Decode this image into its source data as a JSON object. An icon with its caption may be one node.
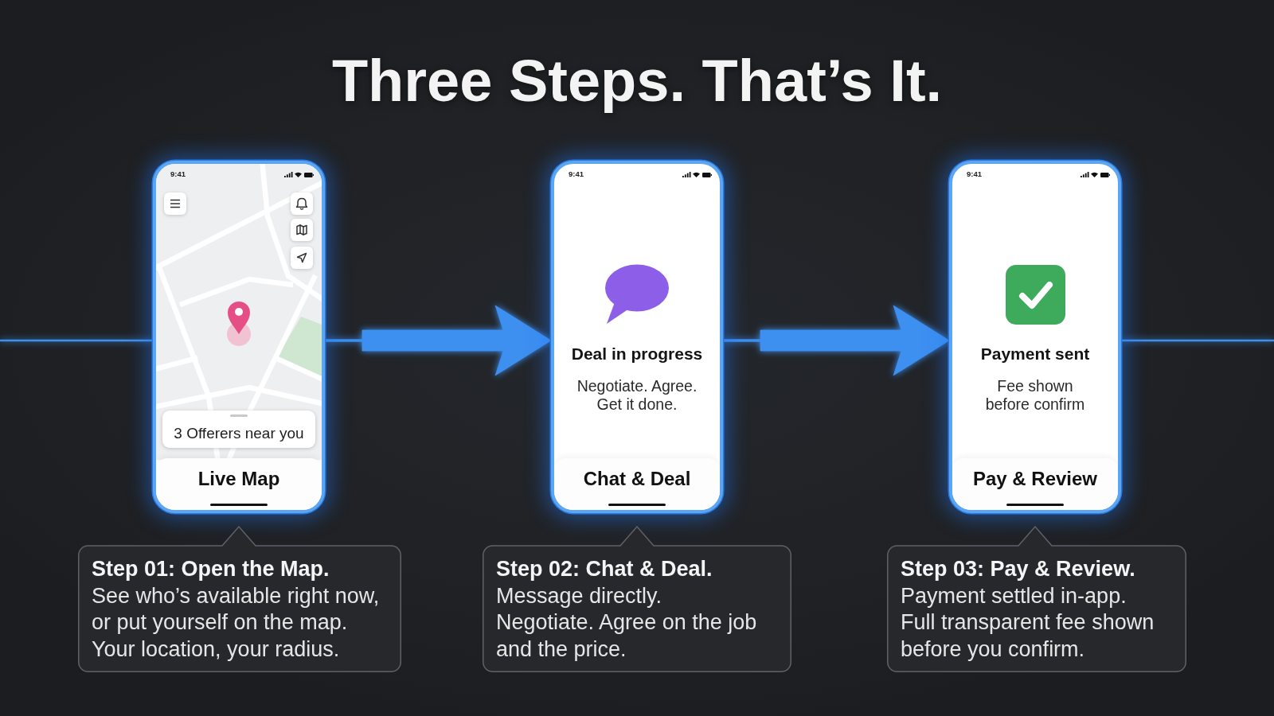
{
  "diagram": {
    "title": "Three Steps. That’s It.",
    "nodes": [
      {
        "text": [
          "9:41",
          "Live Map"
        ]
      },
      {
        "text": [
          "3 Offerers near you"
        ],
        "in": 0
      },
      {
        "text": [
          "9:41",
          "Deal in progress",
          "Negotiate. Agree. Get it done.",
          "Chat & Deal"
        ]
      },
      {
        "text": [
          "9:41",
          "Payment sent",
          "Fee shown before confirm",
          "Pay & Review"
        ]
      },
      {
        "text": [
          "Step 01: Open the Map.",
          "See who’s available right now, or put yourself on the map. Your location, your radius."
        ]
      },
      {
        "text": [
          "Step 02: Chat & Deal.",
          "Message directly. Negotiate. Agree on the job and the price."
        ]
      },
      {
        "text": [
          "Step 03: Pay & Review.",
          "Payment settled in-app. Full transparent fee shown before you confirm."
        ]
      }
    ],
    "edges": [
      {
        "from": 0,
        "to": 2,
        "arrow": "to"
      },
      {
        "from": 2,
        "to": 3,
        "arrow": "to"
      }
    ]
  }
}
